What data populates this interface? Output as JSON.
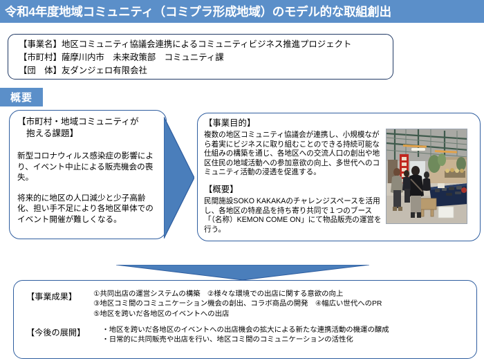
{
  "slide": {
    "title": "令和4年度地域コミュニティ（コミプラ形成地域）のモデル的な取組創出",
    "title_bg": "#5b8fc9",
    "accent": "#2e5d9f",
    "border": "#1f3864"
  },
  "info_box": {
    "lines": [
      "【事業名】地区コミュニティ協議会連携によるコミュニティビジネス推進プロジェクト",
      "【市町村】薩摩川内市　未来政策部　コミュニティ課",
      "【団　体】友ダンジェロ有限会社"
    ]
  },
  "section": {
    "label": "概要"
  },
  "problem_box": {
    "heading_line1": "【市町村・地域コミュニティが",
    "heading_line2": "抱える課題】",
    "paragraph1": "新型コロナウィルス感染症の影響により、イベント中止による販売機会の喪失。",
    "paragraph2": "将来的に地区の人口減少と少子高齢化、担い手不足により各地区単体でのイベント開催が難しくなる。"
  },
  "arrows": {
    "right_arrow_name": "right-chevron-arrow",
    "down_arrow_name": "down-triangle-arrow",
    "color": "#4a7ebb"
  },
  "detail_box": {
    "purpose_heading": "【事業目的】",
    "purpose_body": "複数の地区コミュニティ協議会が連携し、小規模ながら着実にビジネスに取り組むことのできる持続可能な仕組みの構築を通じ、各地区への交流人口の創出や地区住民の地域活動への参加意欲の向上、多世代へのコミュニティ活動の浸透を促進する。",
    "outline_heading": "【概要】",
    "outline_body": "民間施設SOKO KAKAKAのチャレンジスペースを活用し、各地区の特産品を持ち寄り共同で１つのブース「（名称）KEMON COME ON」にて物品販売の運営を行う。",
    "photo_caption": "屋内マーケット会場で来場者が特産品ブースを見ている写真"
  },
  "results_box": {
    "results_label": "【事業成果】",
    "results_lines": [
      "①共同出店の運営システムの構築　②様々な環境での出店に関する意欲の向上",
      "③地区コミ間のコミュニケーション機会の創出、コラボ商品の開発　④幅広い世代へのPR",
      "⑤地区を跨いだ各地区のイベントへの出店"
    ],
    "future_label": "【今後の展開】",
    "future_lines": [
      "・地区を跨いだ各地区のイベントへの出店機会の拡大による新たな連携活動の機運の醸成",
      "・日常的に共同販売や出店を行い、地区コミ間のコミュニケーションの活性化"
    ]
  }
}
